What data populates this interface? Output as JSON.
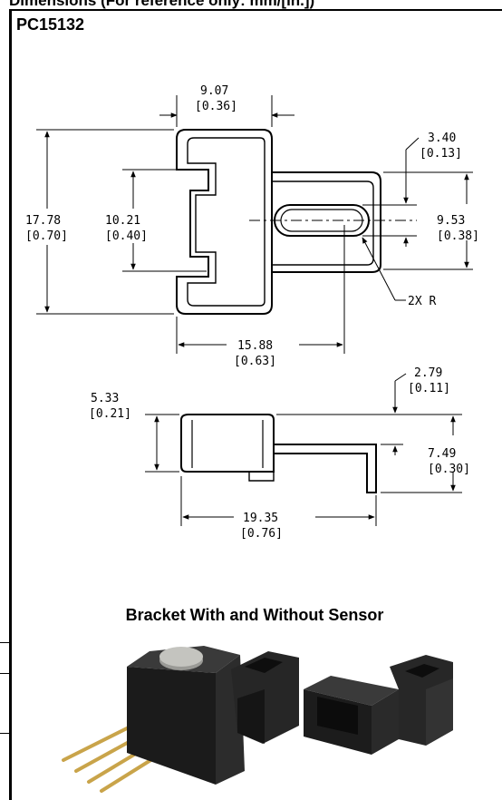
{
  "header": {
    "title": "Dimensions (For reference only: mm/[in.])"
  },
  "part_number": "PC15132",
  "top_view": {
    "width_top": {
      "mm": "9.07",
      "in": "[0.36]"
    },
    "height_overall": {
      "mm": "17.78",
      "in": "[0.70]"
    },
    "opening": {
      "mm": "10.21",
      "in": "[0.40]"
    },
    "slot_width": {
      "mm": "3.40",
      "in": "[0.13]"
    },
    "arm_height": {
      "mm": "9.53",
      "in": "[0.38]"
    },
    "radius_note": "2X R",
    "slot_length": {
      "mm": "15.88",
      "in": "[0.63]"
    }
  },
  "side_view": {
    "height_body": {
      "mm": "5.33",
      "in": "[0.21]"
    },
    "tab_thickness": {
      "mm": "2.79",
      "in": "[0.11]"
    },
    "height_overall": {
      "mm": "7.49",
      "in": "[0.30]"
    },
    "length_overall": {
      "mm": "19.35",
      "in": "[0.76]"
    }
  },
  "photo": {
    "title": "Bracket With and Without Sensor"
  }
}
